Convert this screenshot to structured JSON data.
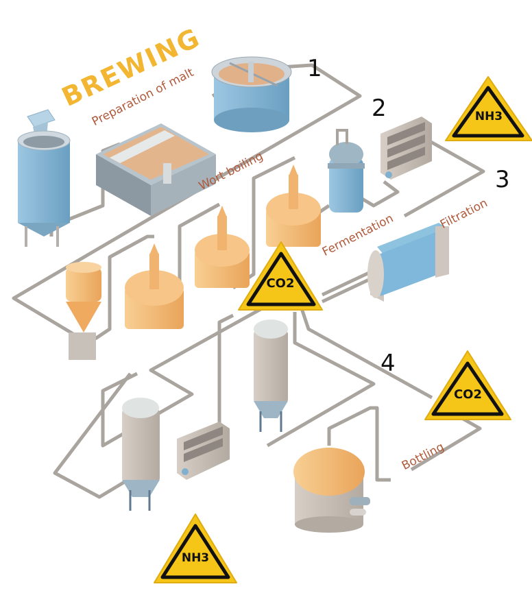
{
  "diagram": {
    "title": "BREWING",
    "stages": [
      {
        "id": "malt",
        "label": "Preparation of malt"
      },
      {
        "id": "wort",
        "label": "Wort boiling"
      },
      {
        "id": "fermentation",
        "label": "Fermentation"
      },
      {
        "id": "filtration",
        "label": "Filtration"
      },
      {
        "id": "bottling",
        "label": "Bottling"
      }
    ],
    "step_numbers": [
      "1",
      "2",
      "3",
      "4"
    ],
    "hazard_signs": [
      {
        "id": "nh3-top-right",
        "label": "NH3"
      },
      {
        "id": "co2-center",
        "label": "CO2"
      },
      {
        "id": "co2-right",
        "label": "CO2"
      },
      {
        "id": "nh3-bottom",
        "label": "NH3"
      }
    ],
    "colors": {
      "title": "#f2b632",
      "stage_label": "#b0593a",
      "hazard_fill": "#f5c518",
      "hazard_border": "#111111",
      "pipe": "#a9a39e",
      "tank_blue": "#7fb4d4",
      "tank_orange": "#f2b36b",
      "tank_grey": "#c9c0b6"
    }
  }
}
